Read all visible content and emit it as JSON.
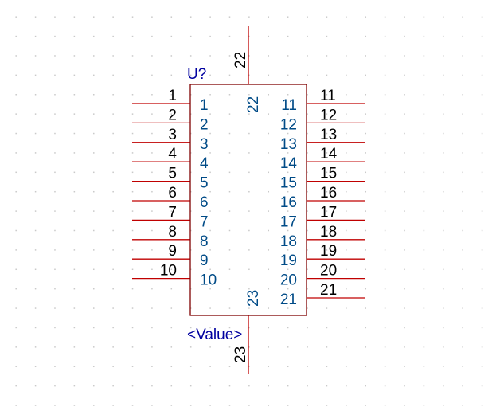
{
  "component": {
    "reference": "U?",
    "value": "<Value>",
    "left_pins": [
      "1",
      "2",
      "3",
      "4",
      "5",
      "6",
      "7",
      "8",
      "9",
      "10"
    ],
    "right_pins": [
      "11",
      "12",
      "13",
      "14",
      "15",
      "16",
      "17",
      "18",
      "19",
      "20",
      "21"
    ],
    "top_pin": "22",
    "bottom_pin": "23"
  },
  "colors": {
    "pin_line": "#c00000",
    "body_outline": "#800000",
    "pin_number": "#000000",
    "pin_name": "#004b87",
    "reference": "#0000a0"
  }
}
